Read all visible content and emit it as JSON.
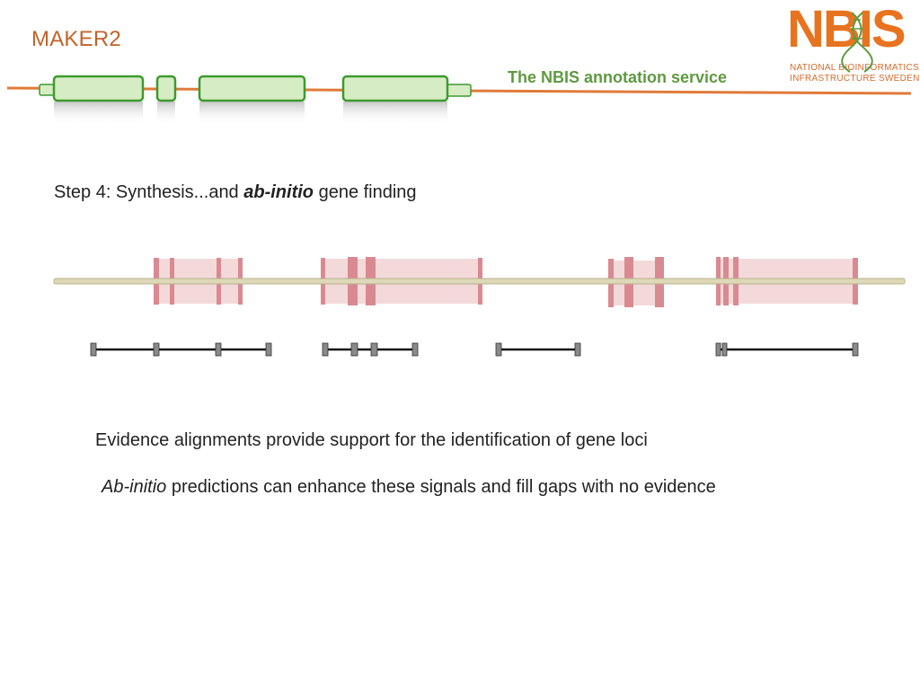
{
  "header": {
    "title": "MAKER2",
    "service": "The NBIS annotation service",
    "logo": {
      "wordmark": "NBIS",
      "line1": "NATIONAL BIOINFORMATICS",
      "line2": "INFRASTRUCTURE SWEDEN"
    }
  },
  "step": {
    "prefix": "Step 4: Synthesis...and ",
    "emphasis": "ab-initio",
    "suffix": " gene finding"
  },
  "notes": {
    "evidence": "Evidence alignments provide support for the identification of gene loci",
    "abinitio_em": "Ab-initio",
    "abinitio_rest": " predictions can enhance these signals and fill gaps with no evidence"
  },
  "colors": {
    "title": "#c0642a",
    "service": "#5e9a40",
    "logo": "#e8731f",
    "header_line": "#e07b39",
    "exon_fill": "#d6ecc4",
    "exon_stroke": "#3d9a2e",
    "evidence_fill": "#f2d2d4",
    "evidence_bar": "#d98a90",
    "genome_line": "#c9c29a",
    "prediction_line": "#111111",
    "prediction_node": "#8a8a8a"
  }
}
